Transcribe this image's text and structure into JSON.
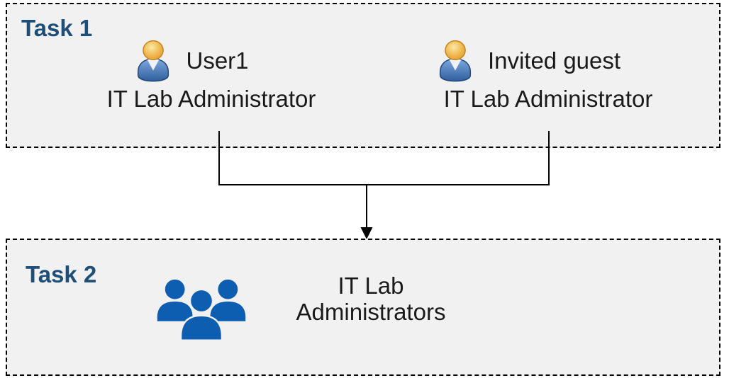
{
  "diagram": {
    "type": "task-flow",
    "description_visible_only": "two-task merge diagram"
  },
  "task1": {
    "title": "Task 1",
    "members": [
      {
        "name": "User1",
        "role": "IT Lab Administrator",
        "icon": "user-icon"
      },
      {
        "name": "Invited guest",
        "role": "IT Lab Administrator",
        "icon": "user-icon"
      }
    ]
  },
  "task2": {
    "title": "Task 2",
    "group_name": "IT Lab\nAdministrators",
    "icon": "users-group-icon"
  },
  "connector": {
    "icon": "merge-arrow-down"
  },
  "colors": {
    "task_title": "#1F4E79",
    "box_background": "#F1F1F1",
    "box_border": "#000000",
    "body_text": "#1A1A1A",
    "connector_line": "#000000",
    "group_icon_blue": "#0D5DB1",
    "person_icon_body_blue": "#3C6EA8",
    "person_icon_head_gold": "#EBAC42"
  }
}
